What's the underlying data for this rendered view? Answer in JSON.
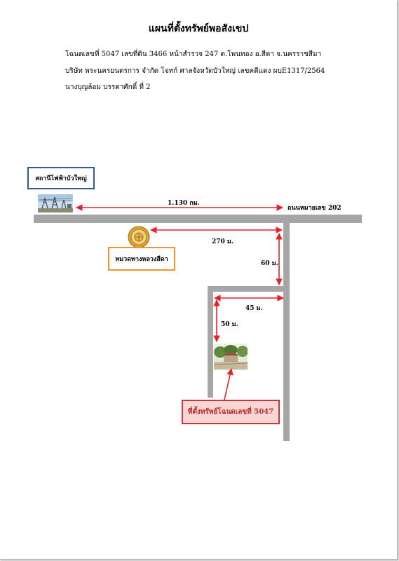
{
  "document": {
    "title": "แผนที่ตั้งทรัพย์พอสังเขป",
    "lines": [
      "โฉนดเลขที่ 5047 เลขที่ดิน 3466 หน้าสำรวจ 247 ต.โพนทอง อ.สีดา จ.นครราชสีมา",
      "บริษัท พระนครยนตรการ จำกัด โจทก์  ศาลจังหวัดบัวใหญ่ เลขคดีแดง ผบE1317/2564",
      "นางบุญล้อม บรรดาศักดิ์ ที่ 2"
    ]
  },
  "map": {
    "labels": {
      "power_station": "สถานีไฟฟ้าบัวใหญ่",
      "highway": "ถนนหมายเลข 202",
      "district_office": "หมวดทางหลวงสีดา",
      "property": "ที่ตั้งทรัพย์โฉนดเลขที่ 5047"
    },
    "distances": {
      "station_to_junction": "1.130 กม.",
      "office_to_junction": "270 ม.",
      "down_side_road": "60 ม.",
      "along_lane": "45 ม.",
      "to_property": "50 ม."
    },
    "colors": {
      "road": "#a6a6a6",
      "arrow": "#e8202a",
      "power_station_border": "#2e5a9c",
      "office_border": "#f0952c",
      "property_border": "#d0343a",
      "property_fill": "#f7d6d4"
    },
    "icons": [
      "power-station-photo",
      "department-emblem-icon",
      "property-photo"
    ]
  }
}
